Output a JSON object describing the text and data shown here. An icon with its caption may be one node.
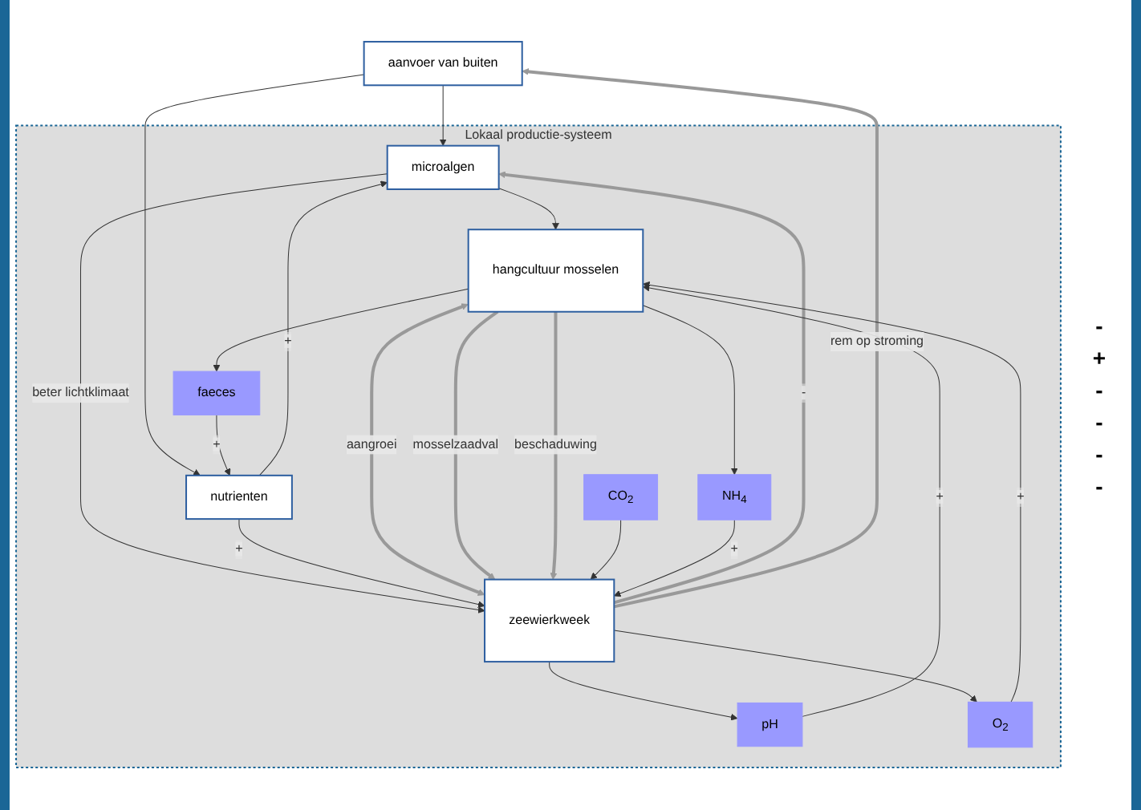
{
  "diagram": {
    "nodes": [
      {
        "text": [
          "aanvoer van buiten"
        ]
      },
      {
        "text": [
          "Lokaal productie-systeem"
        ]
      },
      {
        "text": [
          "microalgen"
        ],
        "in": 1
      },
      {
        "text": [
          "nutrienten"
        ],
        "in": 1
      },
      {
        "text": [
          "hangcultuur mosselen"
        ],
        "in": 1
      },
      {
        "text": [
          "zeewierkweek"
        ],
        "in": 1
      },
      {
        "text": [
          "faeces"
        ],
        "in": 1
      },
      {
        "text": [
          "NH$_{4}$"
        ],
        "in": 1
      },
      {
        "text": [
          "pH"
        ],
        "in": 1
      },
      {
        "text": [
          "O$_{2}$"
        ],
        "in": 1
      },
      {
        "text": [
          "CO$_{2}$"
        ],
        "in": 1
      }
    ],
    "edges": [
      {
        "from": 0,
        "to": 2,
        "arrow": "to"
      },
      {
        "from": 0,
        "to": 3,
        "arrow": "to"
      },
      {
        "from": 3,
        "to": 2,
        "label": "+",
        "arrow": "to"
      },
      {
        "from": 5,
        "to": 2,
        "label": "-",
        "arrow": "to",
        "style": "thick",
        "color": "#999999"
      },
      {
        "from": 5,
        "to": 0,
        "label": "rem op stroming",
        "arrow": "to",
        "style": "thick",
        "color": "#999999"
      },
      {
        "from": 2,
        "to": 4,
        "arrow": "to"
      },
      {
        "from": 2,
        "to": 5,
        "label": "beter lichtklimaat",
        "arrow": "to"
      },
      {
        "from": 3,
        "to": 5,
        "label": "+",
        "arrow": "to"
      },
      {
        "from": 4,
        "to": 5,
        "label": "aangroei",
        "arrow": "both",
        "style": "thick",
        "color": "#999999"
      },
      {
        "from": 4,
        "to": 5,
        "label": "mosselzaadval",
        "arrow": "to",
        "style": "thick",
        "color": "#999999"
      },
      {
        "from": 4,
        "to": 5,
        "label": "beschaduwing",
        "arrow": "to",
        "style": "thick",
        "color": "#999999"
      },
      {
        "from": 4,
        "to": 6,
        "arrow": "to"
      },
      {
        "from": 4,
        "to": 7,
        "arrow": "to"
      },
      {
        "from": 5,
        "to": 8,
        "arrow": "to"
      },
      {
        "from": 5,
        "to": 9,
        "arrow": "to"
      },
      {
        "from": 10,
        "to": 5,
        "arrow": "to"
      },
      {
        "from": 8,
        "to": 4,
        "label": "+",
        "arrow": "to"
      },
      {
        "from": 9,
        "to": 4,
        "label": "+",
        "arrow": "to"
      },
      {
        "from": 7,
        "to": 5,
        "label": "+",
        "arrow": "to"
      },
      {
        "from": 6,
        "to": 3,
        "label": "+",
        "arrow": "to"
      }
    ],
    "labels": [
      "-",
      "+",
      "-",
      "-",
      "-",
      "-"
    ]
  }
}
